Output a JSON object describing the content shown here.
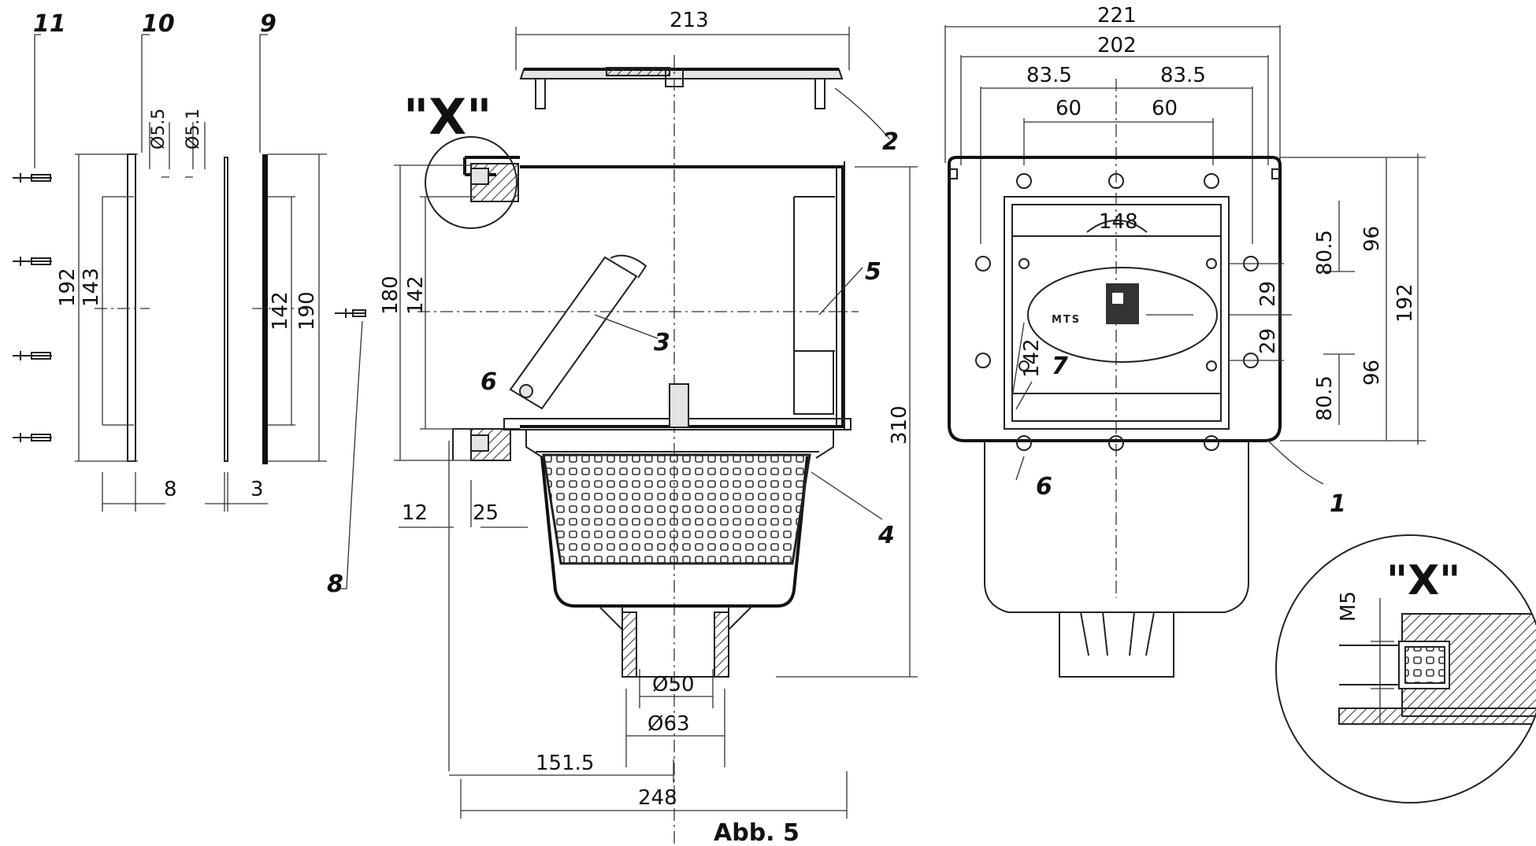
{
  "caption": "Abb. 5",
  "detail_label": "\"X\"",
  "thread": "M5",
  "logo_text": "MTS",
  "parts": [
    "11",
    "10",
    "9",
    "8",
    "2",
    "3",
    "4",
    "5",
    "6",
    "7",
    "6",
    "1"
  ],
  "dims_left": [
    "192",
    "143",
    "142",
    "190",
    "Ø5.5",
    "Ø5.1",
    "8",
    "3"
  ],
  "dims_side": [
    "213",
    "180",
    "142",
    "310",
    "12",
    "25",
    "Ø50",
    "Ø63",
    "151.5",
    "248"
  ],
  "dims_front": [
    "221",
    "202",
    "83.5",
    "83.5",
    "60",
    "60",
    "148",
    "142",
    "29",
    "29",
    "80.5",
    "80.5",
    "96",
    "96",
    "192"
  ]
}
